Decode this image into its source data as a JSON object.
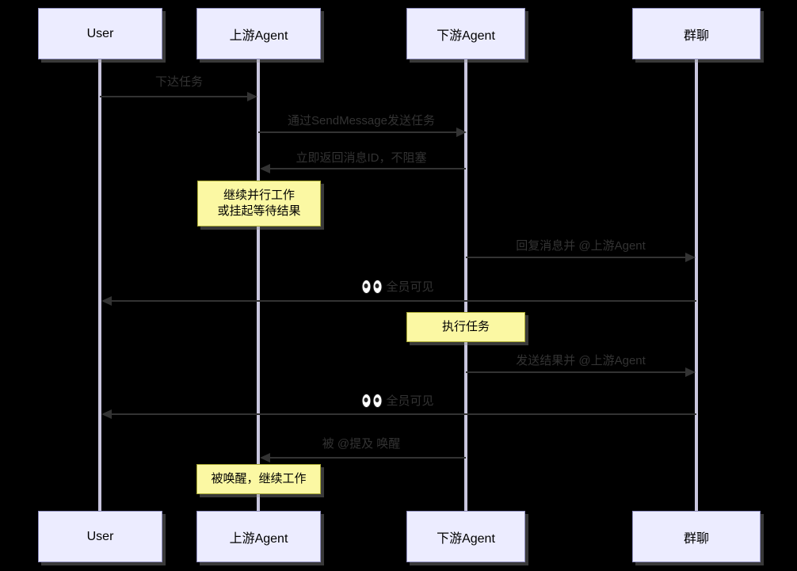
{
  "diagram_type": "sequence-diagram",
  "colors": {
    "background": "#000000",
    "actor_fill": "#ECECFF",
    "actor_border": "#9090C0",
    "lifeline": "#C9C6DE",
    "message_line": "#333333",
    "message_text": "#333333",
    "note_fill": "#FBF8A3",
    "note_border": "#AAAA33"
  },
  "actors": [
    {
      "label": "User"
    },
    {
      "label": "上游Agent"
    },
    {
      "label": "下游Agent"
    },
    {
      "label": "群聊"
    }
  ],
  "messages": [
    {
      "from": "User",
      "to": "上游Agent",
      "label": "下达任务"
    },
    {
      "from": "上游Agent",
      "to": "下游Agent",
      "label": "通过SendMessage发送任务"
    },
    {
      "from": "下游Agent",
      "to": "上游Agent",
      "label": "立即返回消息ID，不阻塞"
    },
    {
      "from": "下游Agent",
      "to": "群聊",
      "label": "回复消息并 @上游Agent"
    },
    {
      "from": "群聊",
      "to": "User",
      "emoji": "👀",
      "label": "全员可见"
    },
    {
      "from": "下游Agent",
      "to": "群聊",
      "label": "发送结果并 @上游Agent"
    },
    {
      "from": "群聊",
      "to": "User",
      "emoji": "👀",
      "label": "全员可见"
    },
    {
      "from": "下游Agent",
      "to": "上游Agent",
      "label": "被 @提及 唤醒"
    }
  ],
  "notes": [
    {
      "over": "上游Agent",
      "lines": [
        "继续并行工作",
        "或挂起等待结果"
      ]
    },
    {
      "over": "下游Agent",
      "lines": [
        "执行任务"
      ]
    },
    {
      "over": "上游Agent",
      "lines": [
        "被唤醒，继续工作"
      ]
    }
  ]
}
